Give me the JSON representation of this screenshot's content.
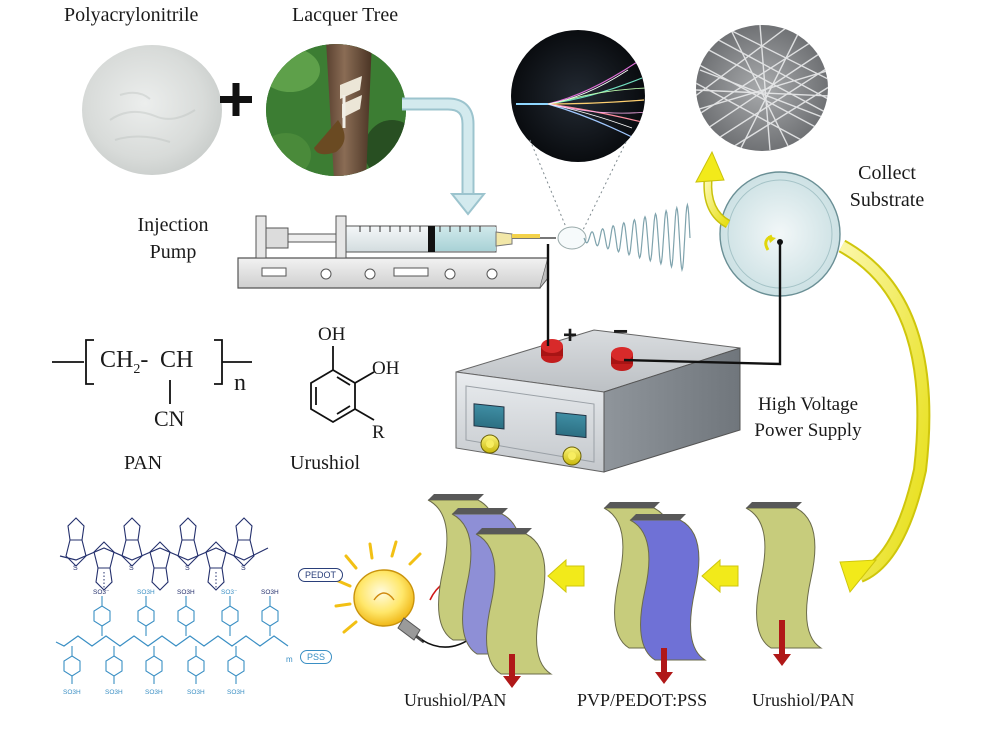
{
  "materials": {
    "polymer_label": "Polyacrylonitrile",
    "tree_label": "Lacquer Tree",
    "plus_sign": "+"
  },
  "apparatus": {
    "pump_label_line1": "Injection",
    "pump_label_line2": "Pump",
    "collector_label_line1": "Collect",
    "collector_label_line2": "Substrate",
    "power_label_line1": "High Voltage",
    "power_label_line2": "Power Supply",
    "positive_sign": "+",
    "negative_sign": "−"
  },
  "structures": {
    "pan_caption": "PAN",
    "pan_formula": {
      "ch2": "CH",
      "ch2_sub": "2",
      "dash": "-",
      "ch": "CH",
      "cn": "CN",
      "n": "n"
    },
    "urushiol_caption": "Urushiol",
    "urushiol_groups": {
      "oh1": "OH",
      "oh2": "OH",
      "r": "R"
    },
    "pedot_tag": "PEDOT",
    "pss_tag": "PSS",
    "so3h": "SO3H",
    "so3minus": "SO3⁻",
    "m": "m",
    "s": "S",
    "plus": "+"
  },
  "layers": {
    "final_label": "Urushiol/PAN",
    "middle_label": "PVP/PEDOT:PSS",
    "first_label": "Urushiol/PAN"
  },
  "colors": {
    "arrow_yellow": "#f2ea1a",
    "layer_olive": "#c7cc7c",
    "layer_blue": "#6f71d6",
    "cable": "#111111",
    "red_arrow": "#b01818",
    "pss_blue": "#3a8fc4",
    "pedot_navy": "#24306d"
  }
}
